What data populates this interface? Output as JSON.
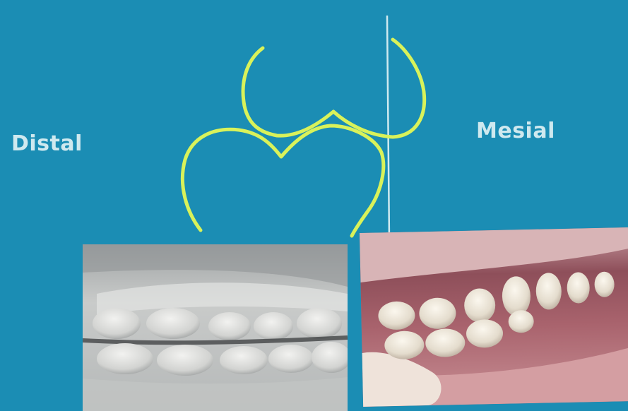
{
  "labels": {
    "distal": "Distal",
    "mesial": "Mesial"
  },
  "colors": {
    "background": "#1b8db4",
    "outline": "#d9f25a",
    "reference_line": "#cfeaf0",
    "label_text": "#cfe9ef"
  },
  "photos": [
    {
      "name": "dental-cast-photo",
      "description": ""
    },
    {
      "name": "intraoral-occlusion-photo",
      "description": ""
    }
  ]
}
